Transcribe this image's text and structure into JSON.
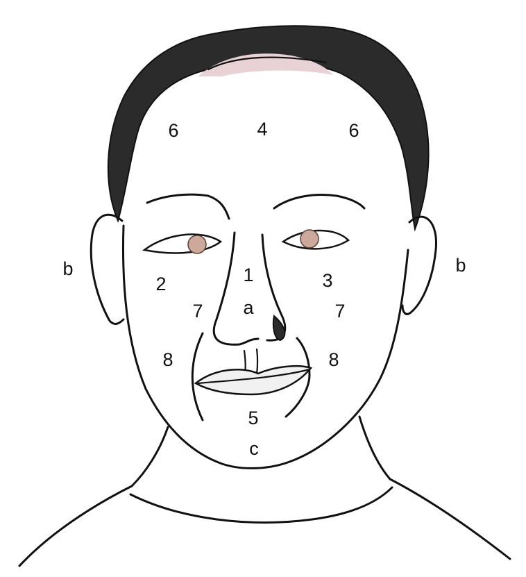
{
  "labels": {
    "forehead_center": "4",
    "forehead_left": "6",
    "forehead_right": "6",
    "nose_bridge": "1",
    "nose_tip": "a",
    "under_eye_left": "2",
    "under_eye_right": "3",
    "cheek_left": "7",
    "cheek_right": "7",
    "jaw_left": "8",
    "jaw_right": "8",
    "chin": "5",
    "chin_bottom": "c",
    "ear_left": "b",
    "ear_right": "b"
  },
  "colors": {
    "line": "#111111",
    "hair": "#2b2b2b",
    "hair_highlight": "#e8d2d6",
    "iris": "#cda99b",
    "background": "#ffffff"
  }
}
